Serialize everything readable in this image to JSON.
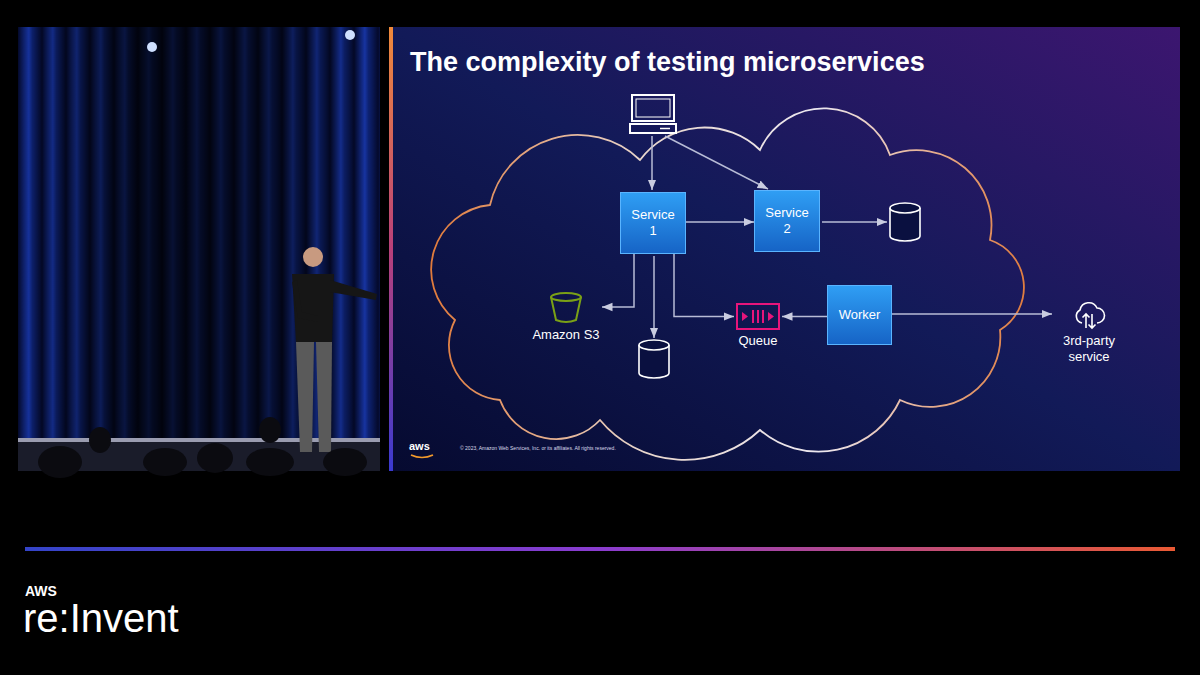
{
  "diagram": {
    "title": "The complexity of testing microservices",
    "nodes": [
      {
        "text": [
          "Service 1"
        ]
      },
      {
        "text": [
          "Service 2"
        ]
      },
      {
        "text": [
          "Amazon S3"
        ]
      },
      {
        "text": [
          "Queue"
        ]
      },
      {
        "text": [
          "Worker"
        ]
      },
      {
        "text": [
          "3rd-party service"
        ]
      }
    ],
    "edges": [
      {
        "from": 0,
        "to": 1,
        "arrow": "to"
      },
      {
        "from": 0,
        "to": 2,
        "arrow": "to"
      },
      {
        "from": 0,
        "to": 3,
        "arrow": "to"
      },
      {
        "from": 4,
        "to": 3,
        "arrow": "to"
      },
      {
        "from": 4,
        "to": 5,
        "arrow": "to"
      }
    ],
    "labels": [
      "aws",
      "© 2023, Amazon Web Services, Inc. or its affiliates. All rights reserved.",
      "AWS",
      "re:Invent"
    ]
  }
}
